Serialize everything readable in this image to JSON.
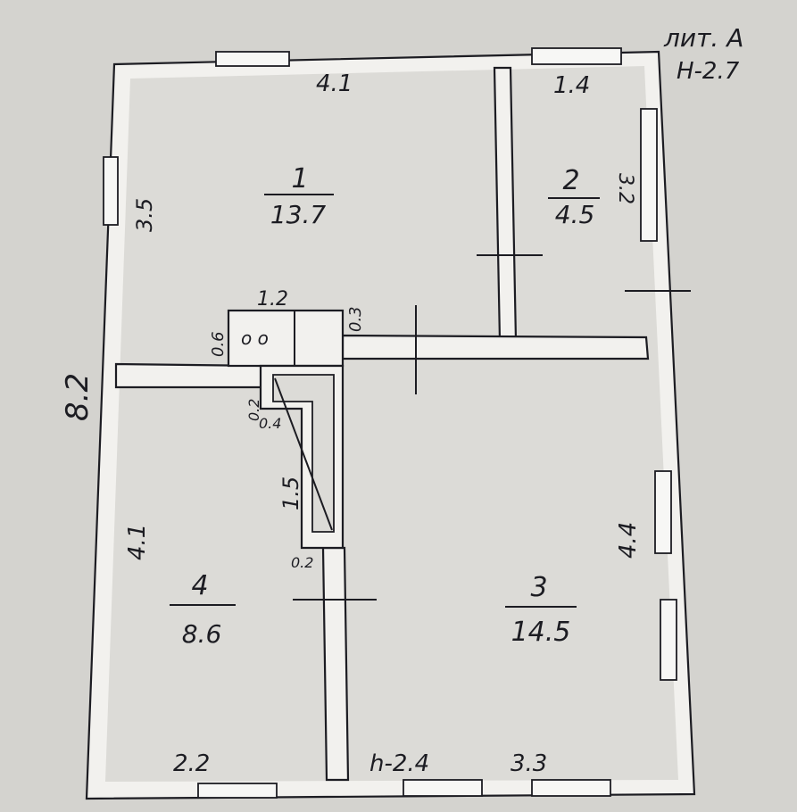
{
  "title": "лит. А",
  "ceiling_height_top": "Н-2.7",
  "ceiling_height_bottom": "h-2.4",
  "rooms": [
    {
      "number": "1",
      "area": "13.7"
    },
    {
      "number": "2",
      "area": "4.5"
    },
    {
      "number": "3",
      "area": "14.5"
    },
    {
      "number": "4",
      "area": "8.6"
    }
  ],
  "dimensions": {
    "top_left": "4.1",
    "top_right": "1.4",
    "left_upper": "3.5",
    "left_total": "8.2",
    "left_lower": "4.1",
    "right_upper": "3.2",
    "right_lower": "4.4",
    "bottom_left": "2.2",
    "bottom_right": "3.3",
    "stove_width": "1.2",
    "stove_depth": "0.6",
    "stove_gap": "0.3",
    "chimney_a": "0.2",
    "chimney_b": "0.4",
    "chimney_len": "1.5",
    "partition": "0.2"
  },
  "stove_symbol": "o o",
  "colors": {
    "paper": "#d4d3cf",
    "ink": "#1c1c22",
    "wall": "#f2f1ee"
  }
}
